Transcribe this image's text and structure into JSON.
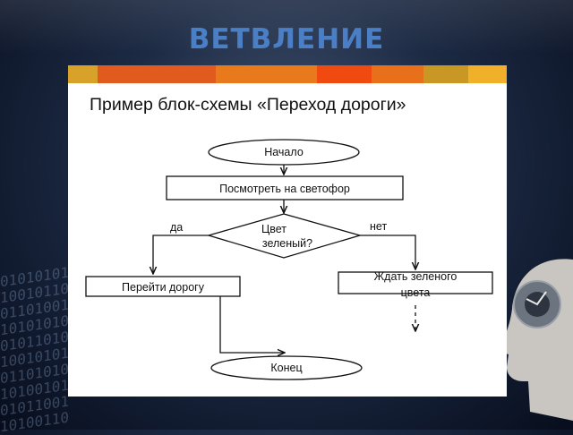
{
  "slide_title": "ВЕТВЛЕНИЕ",
  "heading": "Пример блок-схемы «Переход дороги»",
  "colors": {
    "title": "#4a7fc6",
    "bar": [
      "#d8a12a",
      "#e15a1e",
      "#e87a1c",
      "#f04a10",
      "#e8701a",
      "#c99824",
      "#f0b02a"
    ]
  },
  "flowchart": {
    "start": "Начало",
    "action_look": "Посмотреть на светофор",
    "decision_line1": "Цвет",
    "decision_line2": "зеленый?",
    "yes_label": "да",
    "no_label": "нет",
    "action_cross": "Перейти дорогу",
    "action_wait_line1": "Ждать зеленого",
    "action_wait_line2": "цвета",
    "end": "Конец"
  }
}
